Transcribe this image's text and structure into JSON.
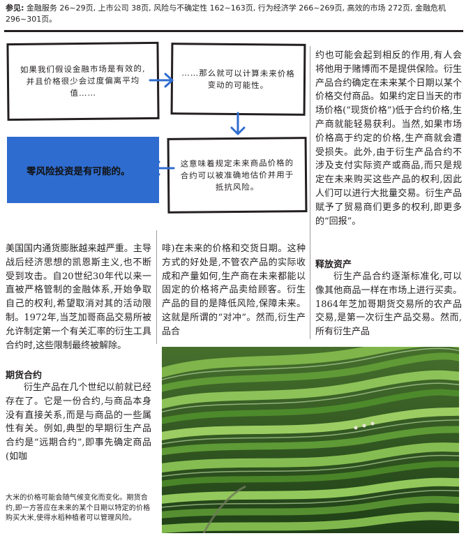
{
  "see_also": {
    "label": "参见:",
    "text": "金融服务 26~29页, 上市公司 38页, 风险与不确定性 162~163页, 行为经济学 266~269页, 高效的市场 272页, 金融危机 296~301页。"
  },
  "flow": {
    "box1": "如果我们假设金融市场是有效的,并且价格很少会过度偏离平均值……",
    "box2": "……那么就可以计算未来价格变动的可能性。",
    "box3": "这意味着规定未来商品价格的合约可以被准确地估价并用于抵抗风险。",
    "box4": "零风险投资是有可能的。",
    "accent_color": "#2f6ccf"
  },
  "col_left": {
    "para1": "美国国内通货膨胀越来越严重。主导战后经济思想的凯恩斯主义,也不断受到攻击。自20世纪30年代以来一直被严格管制的金融体系,开始争取自己的权利,希望取消对其的活动限制。1972年,当芝加哥商品交易所被允许制定第一个有关汇率的衍生工具合约时,这些限制最终被解除。",
    "heading": "期货合约",
    "para2": "衍生产品在几个世纪以前就已经存在了。它是一份合约,与商品本身没有直接关系,而是与商品的一些属性有关。例如,典型的早期衍生产品合约是“远期合约”,即事先确定商品(如咖"
  },
  "col_mid": {
    "para": "啡)在未来的价格和交货日期。这种方式的好处是,不管农产品的实际收成和产量如何,生产商在未来都能以固定的价格将产品卖给顾客。衍生产品的目的是降低风险,保障未来。这就是所谓的“对冲”。然而,衍生产品合"
  },
  "col_right": {
    "para1": "约也可能会起到相反的作用,有人会将他用于赌博而不是提供保险。衍生产品合约确定在未来某个日期以某个价格交付商品。如果约定日当天的市场价格(“现货价格”)低于合约价格,生产商就能轻易获利。当然,如果市场价格高于约定的价格,生产商就会遭受损失。此外,由于衍生产品合约不涉及支付实际资产或商品,而只是规定在未来购买这些产品的权利,因此人们可以进行大批量交易。衍生产品赋予了贸易商们更多的权利,即更多的“回报”。",
    "heading": "释放资产",
    "para2": "衍生产品合约逐渐标准化,可以像其他商品一样在市场上进行买卖。1864年芝加哥期货交易所的农产品交易,是第一次衍生产品交易。然而,所有衍生产品"
  },
  "caption": "大米的价格可能会随气候变化而变化。期货合约,即一方答应在未来的某个日期以特定的价格购买大米,使得水稻种植者可以管理风险。"
}
